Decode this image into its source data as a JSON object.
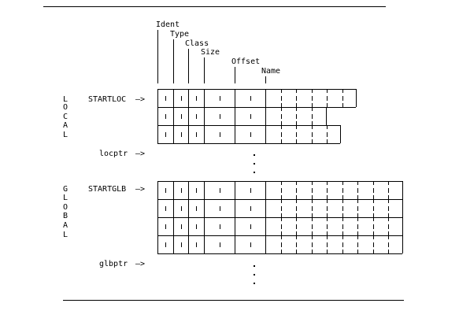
{
  "fields": [
    {
      "label": "Ident"
    },
    {
      "label": "Type"
    },
    {
      "label": "Class"
    },
    {
      "label": "Size"
    },
    {
      "label": "Offset"
    },
    {
      "label": "Name"
    }
  ],
  "local": {
    "side_letters": [
      "L",
      "O",
      "C",
      "A",
      "L"
    ],
    "start_label": "STARTLOC",
    "ptr_label": "locptr"
  },
  "global": {
    "side_letters": [
      "G",
      "L",
      "O",
      "B",
      "A",
      "L"
    ],
    "start_label": "STARTGLB",
    "ptr_label": "glbptr"
  },
  "arrow_glyph": "—>"
}
